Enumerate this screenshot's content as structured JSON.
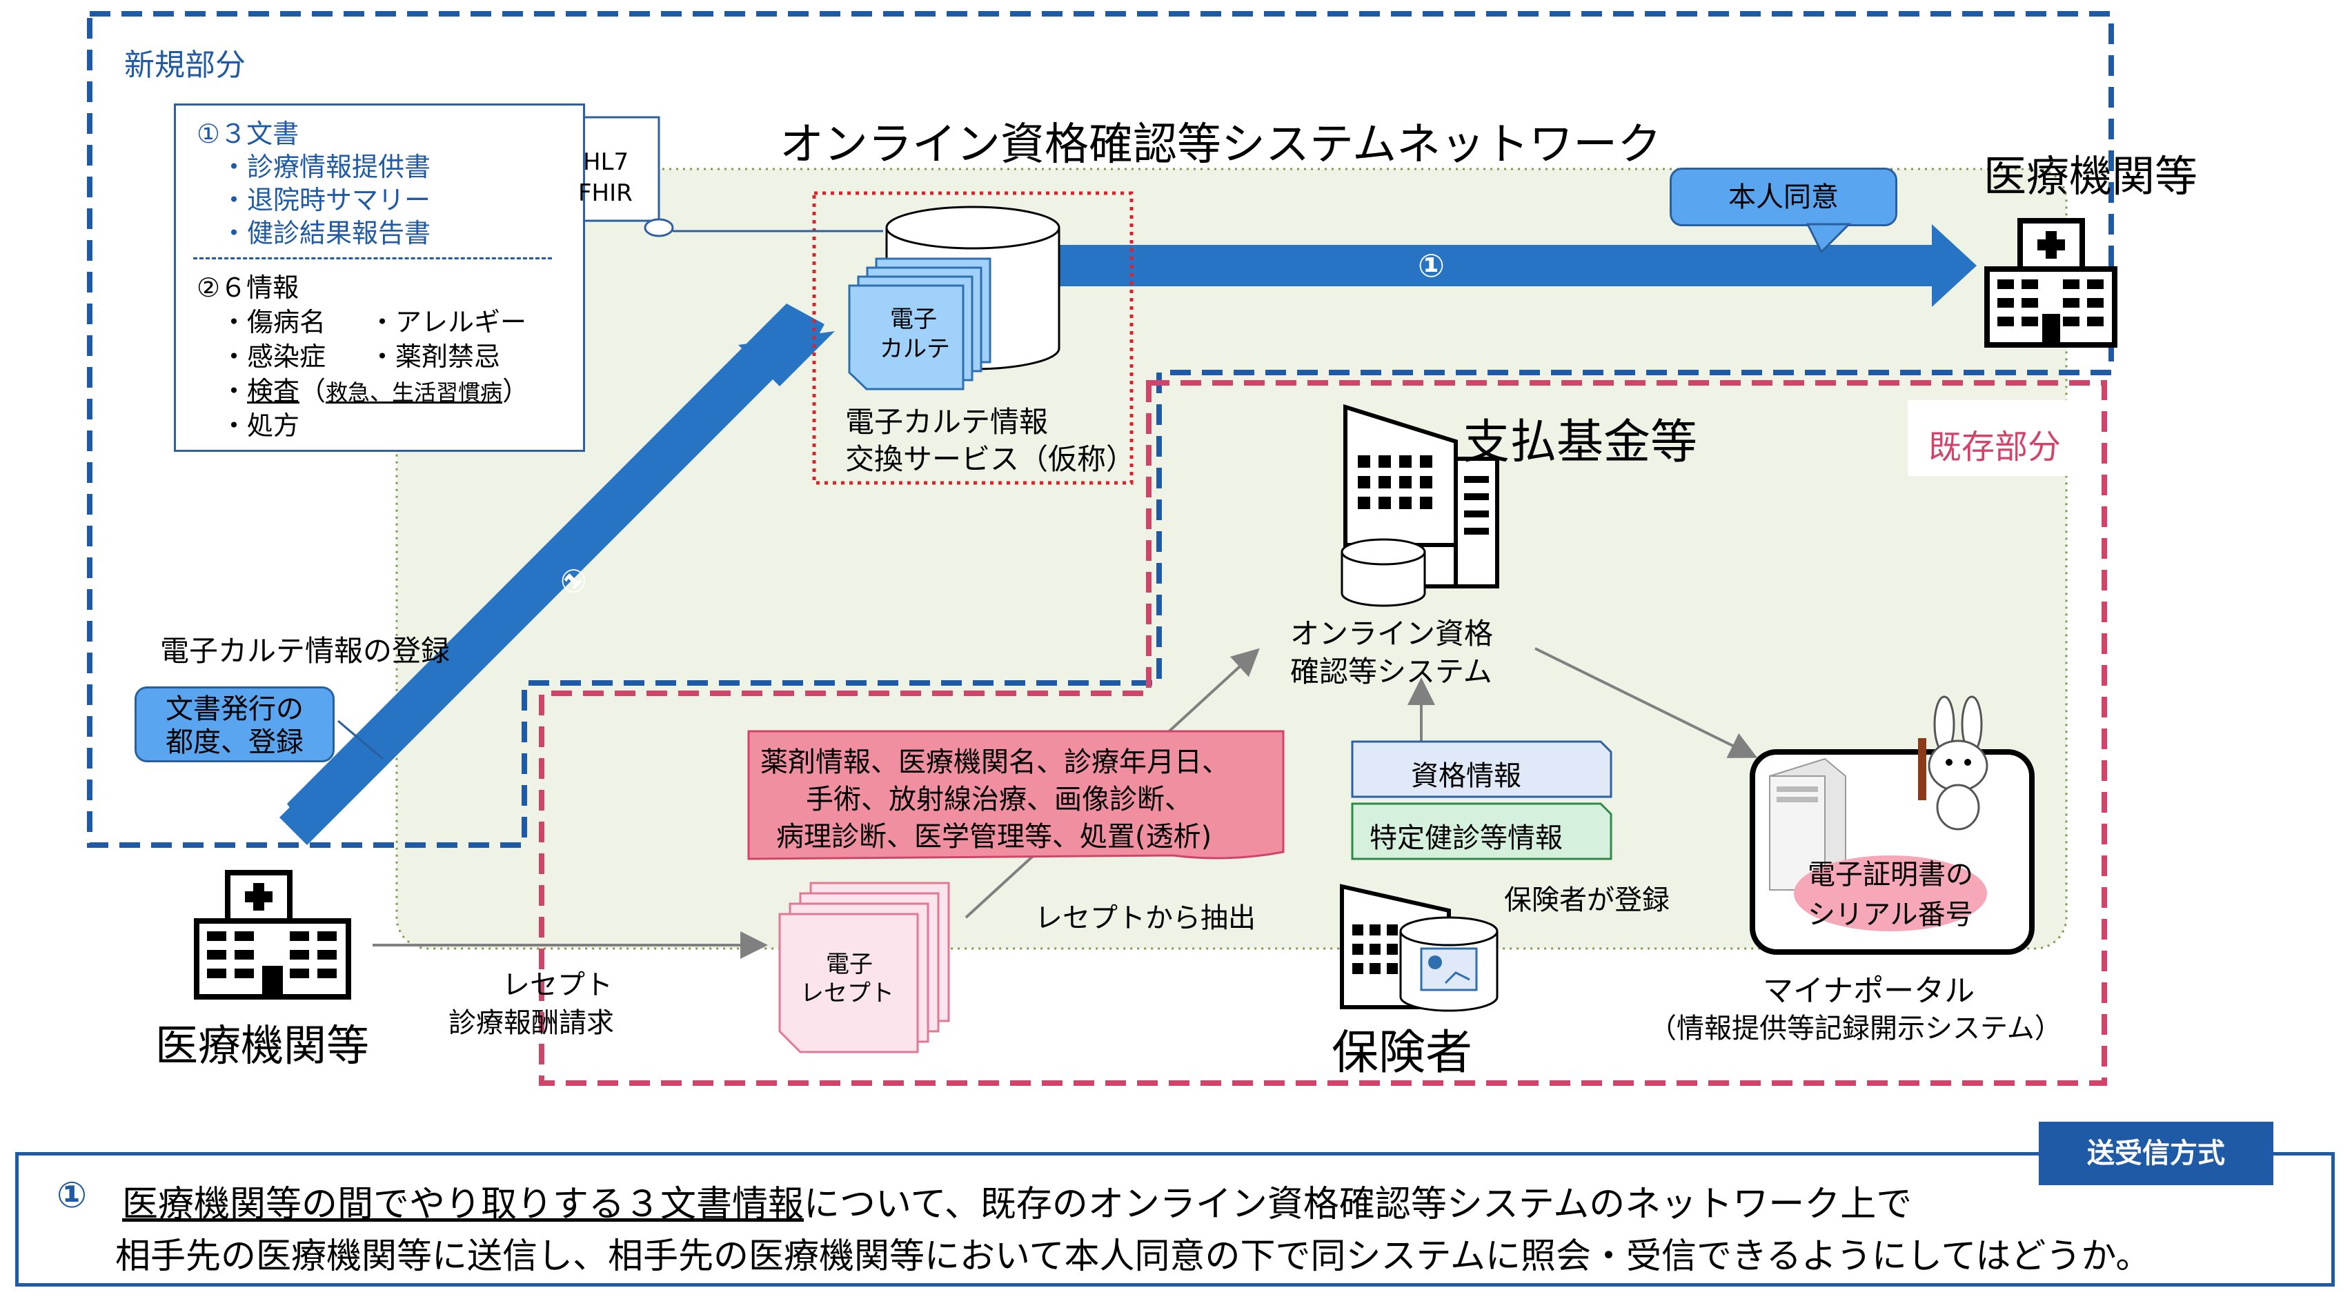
{
  "labels": {
    "new_part": "新規部分",
    "existing_part": "既存部分",
    "network_title": "オンライン資格確認等システムネットワーク",
    "hl7": "HL7",
    "fhir": "FHIR",
    "ehr_service_line1": "電子カルテ情報",
    "ehr_service_line2": "交換サービス（仮称）",
    "ehr_doc_line1": "電子",
    "ehr_doc_line2": "カルテ",
    "consent": "本人同意",
    "arrow_marker": "①",
    "medical_top": "医療機関等",
    "medical_bottom": "医療機関等",
    "fund": "支払基金等",
    "online_sys_line1": "オンライン資格",
    "online_sys_line2": "確認等システム",
    "qual_info": "資格情報",
    "health_check_info": "特定健診等情報",
    "insurer_registers": "保険者が登録",
    "insurer": "保険者",
    "ehr_registration": "電子カルテ情報の登録",
    "doc_issue_line1": "文書発行の",
    "doc_issue_line2": "都度、登録",
    "claim_line1": "レセプト",
    "claim_line2": "診療報酬請求",
    "e_receipt_line1": "電子",
    "e_receipt_line2": "レセプト",
    "extract": "レセプトから抽出",
    "receipt_info_line1": "薬剤情報、医療機関名、診療年月日、",
    "receipt_info_line2": "手術、放射線治療、画像診断、",
    "receipt_info_line3": "病理診断、医学管理等、処置(透析)",
    "cert_line1": "電子証明書の",
    "cert_line2": "シリアル番号",
    "portal_line1": "マイナポータル",
    "portal_line2": "（情報提供等記録開示システム）"
  },
  "docs": {
    "section1_title": "①３文書",
    "section1_items": [
      "・診療情報提供書",
      "・退院時サマリー",
      "・健診結果報告書"
    ],
    "section2_title": "②６情報",
    "section2_row1a": "・傷病名",
    "section2_row1b": "・アレルギー",
    "section2_row2a": "・感染症",
    "section2_row2b": "・薬剤禁忌",
    "section2_row3_pre": "・",
    "section2_row3_u": "検査",
    "section2_row3_open": "（",
    "section2_row3_detail": "救急、生活習慣病",
    "section2_row3_close": "）",
    "section2_row4": "・処方"
  },
  "summary": {
    "tag": "送受信方式",
    "marker": "①",
    "line1_underlined": "医療機関等の間でやり取りする３文書情報",
    "line1_rest": "について、既存のオンライン資格確認等システムのネットワーク上で",
    "line2": "相手先の医療機関等に送信し、相手先の医療機関等において本人同意の下で同システムに照会・受信できるようにしてはどうか。"
  },
  "colors": {
    "blue_dashed": "#1f5aa6",
    "pink_dashed": "#d2436a",
    "network_bg": "#eef3e6",
    "arrow_blue": "#2874c4",
    "callout_blue": "#5aa5f0",
    "red_dotted": "#e0202a",
    "pink_box": "#f08fa0",
    "qual_bg": "#dfe9f7",
    "health_bg": "#d5f0dc",
    "cert_pink": "#f7a8b8"
  }
}
